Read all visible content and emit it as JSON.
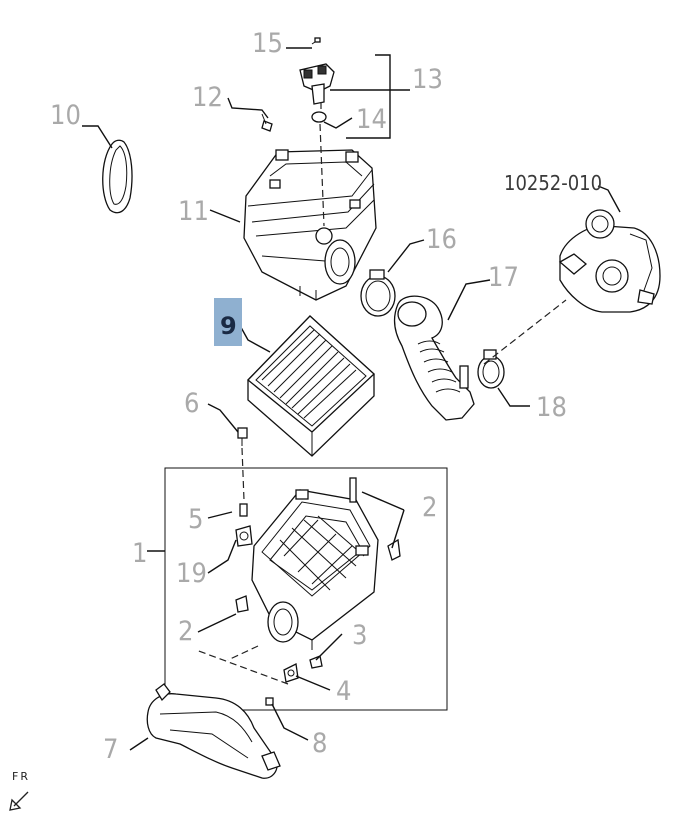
{
  "diagram": {
    "highlight_color": "#8fb0d0",
    "label_color": "#a9a9a9",
    "callouts": [
      {
        "id": "c1",
        "text": "1"
      },
      {
        "id": "c2a",
        "text": "2"
      },
      {
        "id": "c2b",
        "text": "2"
      },
      {
        "id": "c3",
        "text": "3"
      },
      {
        "id": "c4",
        "text": "4"
      },
      {
        "id": "c5",
        "text": "5"
      },
      {
        "id": "c6",
        "text": "6"
      },
      {
        "id": "c7",
        "text": "7"
      },
      {
        "id": "c8",
        "text": "8"
      },
      {
        "id": "c9",
        "text": "9"
      },
      {
        "id": "c10",
        "text": "10"
      },
      {
        "id": "c11",
        "text": "11"
      },
      {
        "id": "c12",
        "text": "12"
      },
      {
        "id": "c13",
        "text": "13"
      },
      {
        "id": "c14",
        "text": "14"
      },
      {
        "id": "c15",
        "text": "15"
      },
      {
        "id": "c16",
        "text": "16"
      },
      {
        "id": "c17",
        "text": "17"
      },
      {
        "id": "c18",
        "text": "18"
      },
      {
        "id": "c19",
        "text": "19"
      }
    ],
    "reference_label": "10252-010",
    "orientation_label": "FR"
  }
}
